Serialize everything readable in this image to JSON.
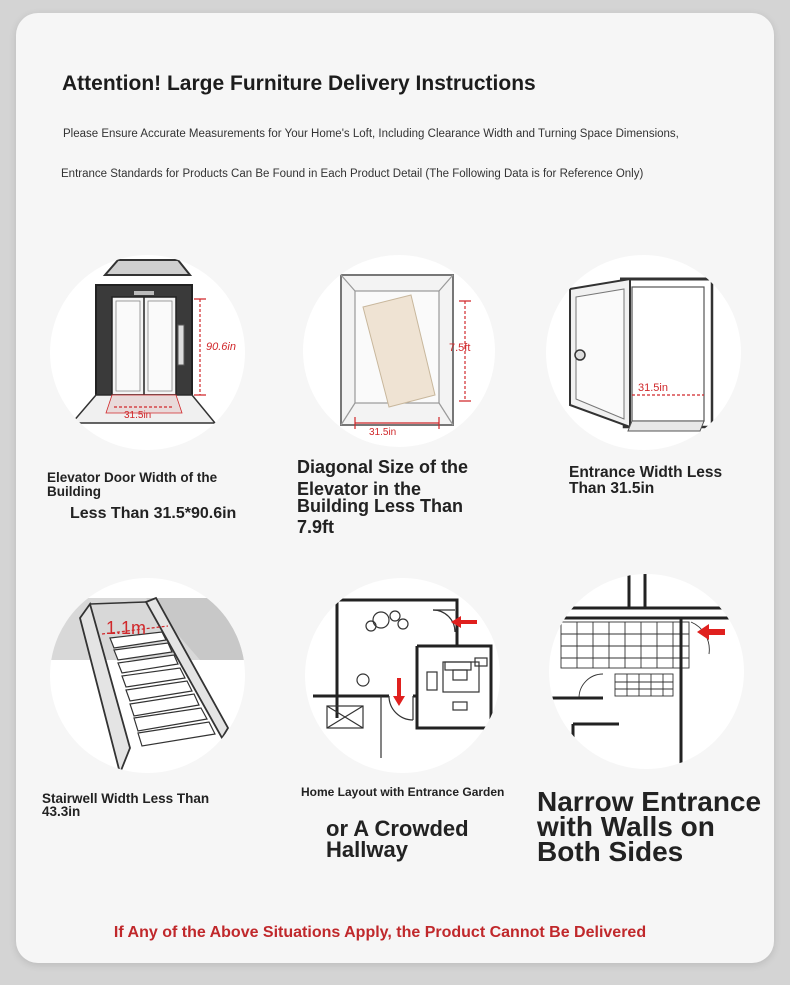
{
  "header": {
    "title": "Attention! Large Furniture Delivery Instructions",
    "subtitle_line1": "Please Ensure Accurate Measurements for Your Home's Loft, Including Clearance Width and Turning Space Dimensions,",
    "subtitle_line2": "Entrance Standards for Products Can Be Found in Each Product Detail (The Following Data is for Reference Only)"
  },
  "items": [
    {
      "caption_line1": "Elevator Door Width of the",
      "caption_line2": "Building",
      "caption_line3": "Less Than 31.5*90.6in",
      "dim_height": "90.6in",
      "dim_width": "31.5in",
      "icon": "elevator-door-icon"
    },
    {
      "caption_line1": "Diagonal Size of the",
      "caption_line2": "Elevator in the",
      "caption_line3": "Building Less Than",
      "caption_line4": "7.9ft",
      "dim_height": "7.5ft",
      "dim_width": "31.5in",
      "icon": "elevator-diagonal-icon"
    },
    {
      "caption_line1": "Entrance Width Less",
      "caption_line2": "Than 31.5in",
      "dim_width": "31.5in",
      "icon": "open-door-icon"
    },
    {
      "caption_line1": "Stairwell Width Less Than",
      "caption_line2": "43.3in",
      "dim_width": "1.1m",
      "icon": "stairwell-icon"
    },
    {
      "caption_line1": "Home Layout with Entrance Garden",
      "caption_line2": "or A Crowded",
      "caption_line3": "Hallway",
      "icon": "floor-plan-icon"
    },
    {
      "caption_line1": "Narrow Entrance",
      "caption_line2": "with Walls on",
      "caption_line3": "Both Sides",
      "icon": "narrow-entrance-icon"
    }
  ],
  "footer": {
    "warning": "If Any of the Above Situations Apply, the Product Cannot Be Delivered"
  },
  "colors": {
    "accent_red": "#c0282b",
    "dimension_red": "#d0282b"
  }
}
